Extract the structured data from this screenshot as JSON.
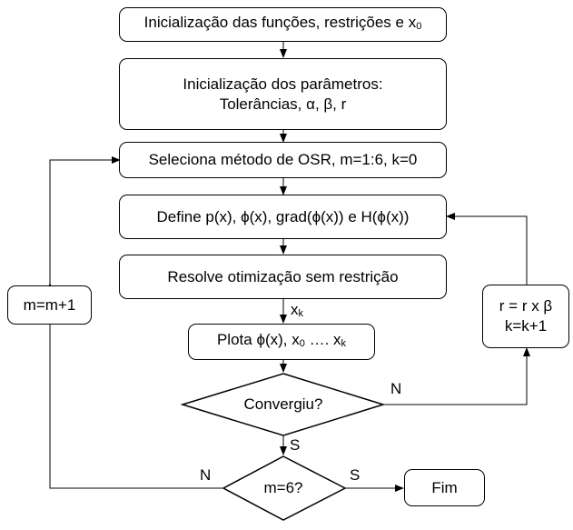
{
  "boxes": {
    "init_functions": "Inicialização das funções, restrições e x",
    "init_functions_sub": "0",
    "init_params_line1": "Inicialização dos parâmetros:",
    "init_params_line2": "Tolerâncias, α, β, r",
    "select_method": "Seleciona método de OSR, m=1:6, k=0",
    "define_functions": "Define p(x), ϕ(x), grad(ϕ(x)) e H(ϕ(x))",
    "solve_optimization": "Resolve otimização sem restrição",
    "plot_prefix": "Plota ϕ(x), x",
    "plot_sub0": "0",
    "plot_mid": " …. x",
    "plot_subk": "k",
    "increment_m": "m=m+1",
    "update_r_line1": "r = r x β",
    "update_r_line2": "k=k+1",
    "end": "Fim"
  },
  "decisions": {
    "converged": "Convergiu?",
    "m_equals_6": "m=6?"
  },
  "labels": {
    "xk_main": "x",
    "xk_sub": "k",
    "converged_no": "N",
    "converged_yes": "S",
    "m6_no": "N",
    "m6_yes": "S"
  }
}
